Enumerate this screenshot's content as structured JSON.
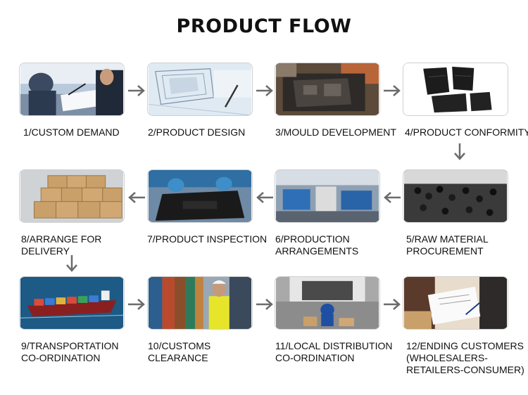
{
  "title": "PRODUCT FLOW",
  "steps": [
    {
      "label": "1/CUSTOM DEMAND",
      "icon": "business-meeting-photo"
    },
    {
      "label": "2/PRODUCT DESIGN",
      "icon": "blueprint-photo"
    },
    {
      "label": "3/MOULD DEVELOPMENT",
      "icon": "mould-photo"
    },
    {
      "label": "4/PRODUCT CONFORMITY",
      "icon": "floor-mats-photo"
    },
    {
      "label": "5/RAW MATERIAL",
      "label2": "PROCUREMENT",
      "icon": "plastic-pellets-photo"
    },
    {
      "label": "6/PRODUCTION",
      "label2": "ARRANGEMENTS",
      "icon": "factory-machines-photo"
    },
    {
      "label": "7/PRODUCT INSPECTION",
      "icon": "inspection-photo"
    },
    {
      "label": "8/ARRANGE FOR",
      "label2": "DELIVERY",
      "icon": "warehouse-boxes-photo"
    },
    {
      "label": "9/TRANSPORTATION",
      "label2": "CO-ORDINATION",
      "icon": "cargo-ship-photo"
    },
    {
      "label": "10/CUSTOMS",
      "label2": "CLEARANCE",
      "icon": "customs-containers-photo"
    },
    {
      "label": "11/LOCAL DISTRIBUTION",
      "label2": "CO-ORDINATION",
      "icon": "delivery-van-photo"
    },
    {
      "label": "12/ENDING CUSTOMERS",
      "label2": "(WHOLESALERS-",
      "label3": "RETAILERS-CONSUMER)",
      "icon": "customer-signature-photo"
    }
  ],
  "colors": {
    "arrow": "#6b6b6b",
    "text": "#111111"
  }
}
